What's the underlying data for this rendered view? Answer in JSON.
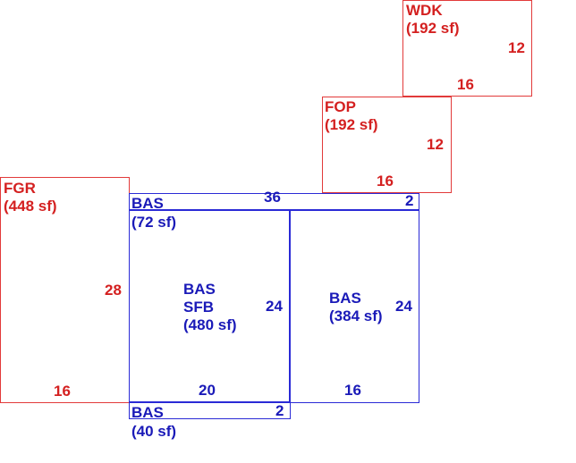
{
  "areas": {
    "wdk": {
      "code": "WDK",
      "area": "(192 sf)",
      "dim_side": "12",
      "dim_bottom": "16"
    },
    "fop": {
      "code": "FOP",
      "area": "(192 sf)",
      "dim_side": "12",
      "dim_bottom": "16"
    },
    "fgr": {
      "code": "FGR",
      "area": "(448 sf)",
      "dim_side": "28",
      "dim_bottom": "16"
    },
    "bas_top": {
      "code": "BAS",
      "area": "(72 sf)",
      "dim_top": "36",
      "dim_side": "2"
    },
    "bas_main": {
      "code": "BAS",
      "code2": "SFB",
      "area": "(480 sf)",
      "dim_side": "24",
      "dim_bottom": "20"
    },
    "bas_right": {
      "code": "BAS",
      "area": "(384 sf)",
      "dim_side": "24",
      "dim_bottom": "16"
    },
    "bas_bottom": {
      "code": "BAS",
      "area": "(40 sf)",
      "dim_side": "2"
    }
  },
  "colors": {
    "exterior": "#e23a3a",
    "living": "#2a2ad6"
  }
}
